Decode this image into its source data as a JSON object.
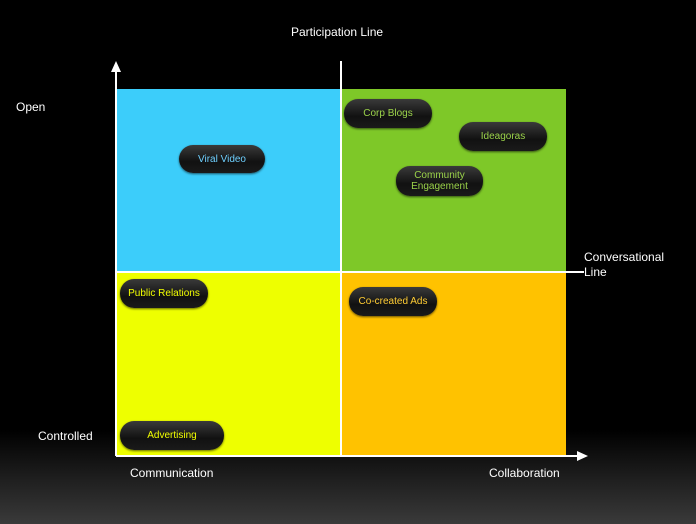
{
  "labels": {
    "participation_line": "Participation Line",
    "conversational_line": "Conversational\nLine",
    "open": "Open",
    "controlled": "Controlled",
    "communication": "Communication",
    "collaboration": "Collaboration"
  },
  "quadrants": {
    "top_left_color": "#3ccdfa",
    "top_right_color": "#7ec828",
    "bottom_left_color": "#eeff00",
    "bottom_right_color": "#ffc200"
  },
  "pills": {
    "viral_video": {
      "text": "Viral Video",
      "color": "#6fd0ff"
    },
    "corp_blogs": {
      "text": "Corp Blogs",
      "color": "#9bd24a"
    },
    "ideagoras": {
      "text": "Ideagoras",
      "color": "#9bd24a"
    },
    "community_engagement": {
      "text": "Community\nEngagement",
      "color": "#9bd24a"
    },
    "public_relations": {
      "text": "Public Relations",
      "color": "#f2ff00"
    },
    "advertising": {
      "text": "Advertising",
      "color": "#f2ff00"
    },
    "co_created_ads": {
      "text": "Co-created Ads",
      "color": "#ffcc33"
    }
  }
}
